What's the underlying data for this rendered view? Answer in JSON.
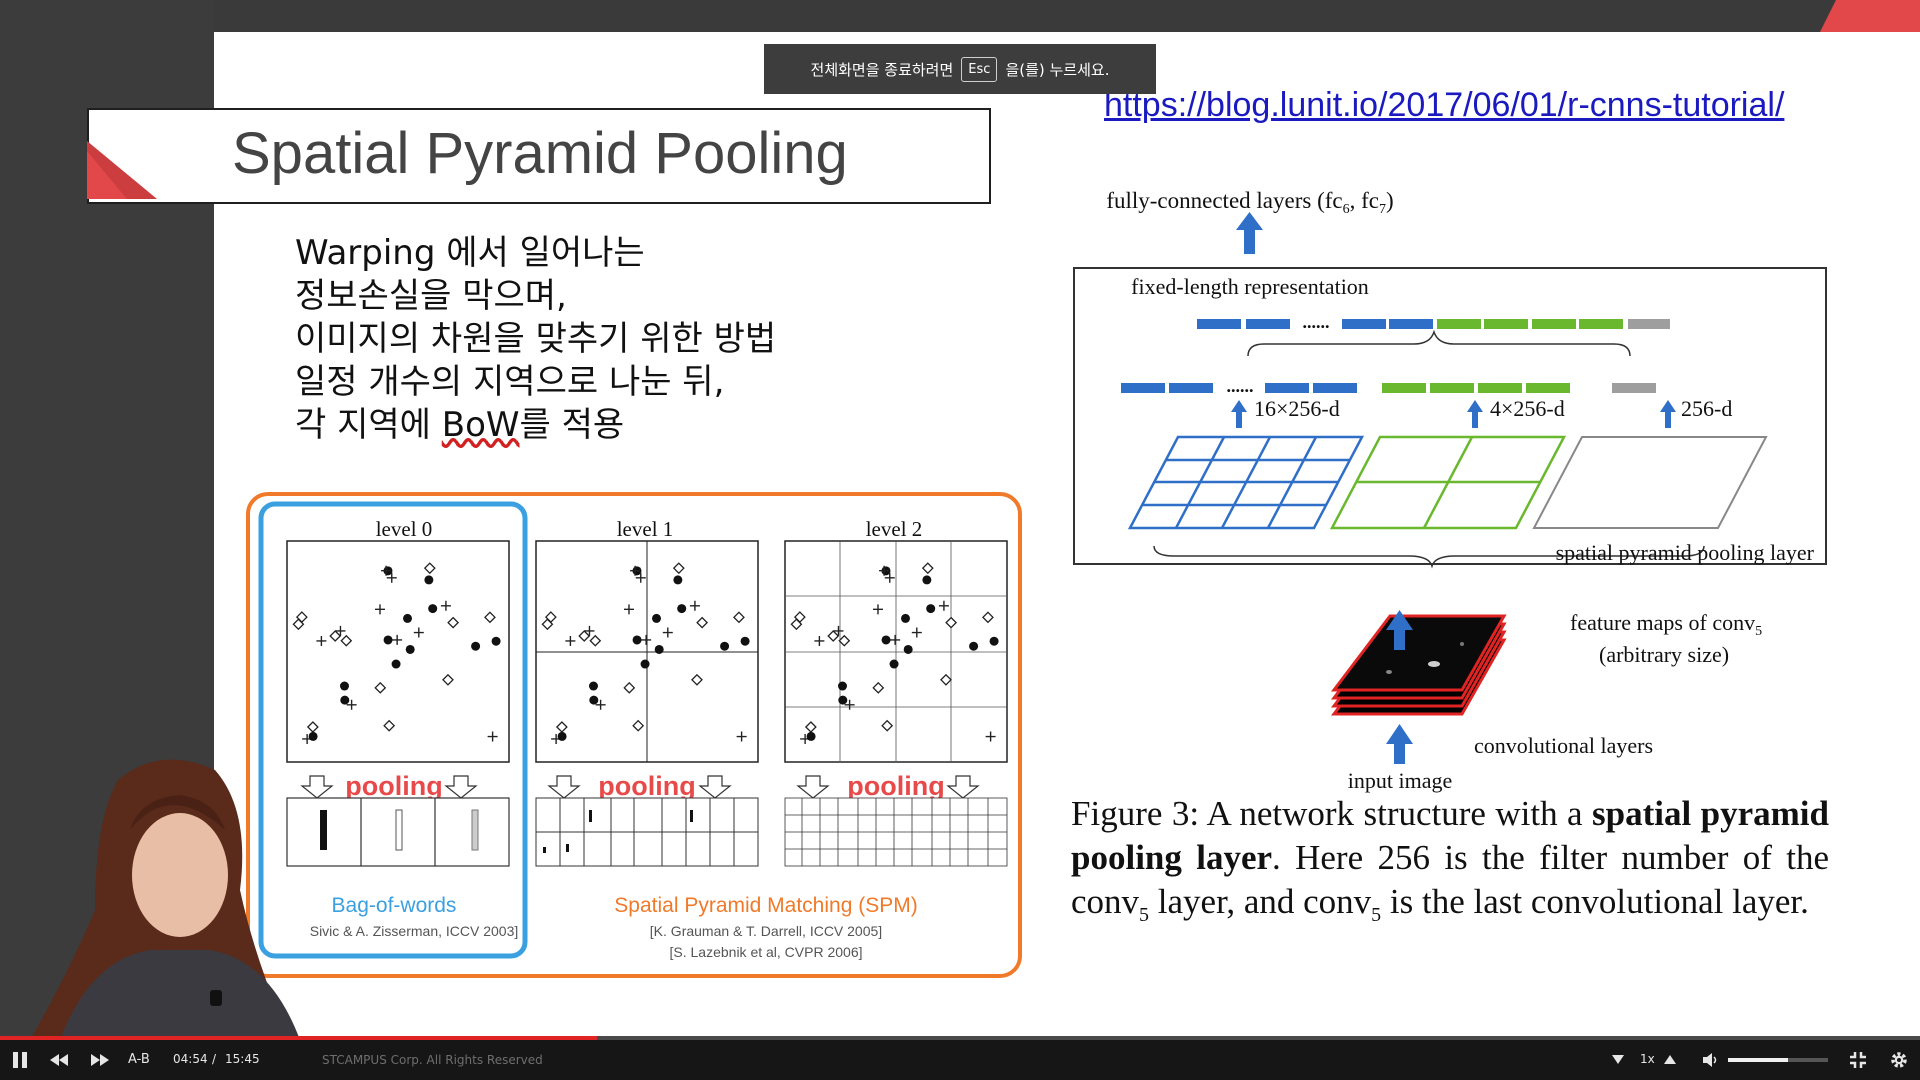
{
  "toast": {
    "text_before": "전체화면을 종료하려면",
    "key": "Esc",
    "text_after": "을(를) 누르세요."
  },
  "slide": {
    "url": "https://blog.lunit.io/2017/06/01/r-cnns-tutorial/",
    "title": "Spatial Pyramid Pooling",
    "body_lines": [
      "Warping 에서 일어나는",
      "정보손실을 막으며,",
      "이미지의 차원을 맞추기 위한 방법",
      "일정 개수의 지역으로 나눈 뒤,"
    ],
    "body_last_prefix": "각 지역에 ",
    "body_last_underlined": "BoW",
    "body_last_suffix": "를 적용"
  },
  "left_figure": {
    "levels": [
      "level 0",
      "level 1",
      "level 2"
    ],
    "pooling_label": "pooling",
    "bow_label": "Bag-of-words",
    "bow_cite": "Sivic & A. Zisserman, ICCV 2003]",
    "spm_label": "Spatial Pyramid Matching (SPM)",
    "spm_cite_1": "[K. Grauman & T. Darrell, ICCV 2005]",
    "spm_cite_2": "[S. Lazebnik et al, CVPR 2006]"
  },
  "right_figure": {
    "fc_label": "fully-connected layers (fc",
    "fc_sub6": "6",
    "fc_mid": ", fc",
    "fc_sub7": "7",
    "fc_end": ")",
    "fixed_length": "fixed-length representation",
    "dots": "......",
    "dim_16": "16×256-d",
    "dim_4": "4×256-d",
    "dim_1": "256-d",
    "spp_layer": "spatial pyramid pooling layer",
    "feature_maps": "feature maps of conv",
    "feature_maps_sub": "5",
    "arbitrary": "(arbitrary size)",
    "conv_layers": "convolutional layers",
    "input_image": "input image",
    "caption_1": "Figure 3: A network structure with a ",
    "caption_bold_1": "spatial pyramid",
    "caption_bold_2": "pooling layer",
    "caption_2": ". Here 256 is the filter number of the",
    "caption_3a": "conv",
    "caption_3sub": "5",
    "caption_3b": " layer, and conv",
    "caption_3sub2": "5",
    "caption_3c": " is the last convolutional layer."
  },
  "player": {
    "ab": "A-B",
    "current_time": "04:54",
    "separator": "/",
    "duration": "15:45",
    "copyright": "STCAMPUS Corp. All Rights Reserved",
    "speed": "1x",
    "progress": 0.3111,
    "volume": 0.6,
    "colors": {
      "accent": "#e02424",
      "link": "#1a1ac0",
      "blue": "#2f6fc8",
      "green": "#6ab82e",
      "orange": "#f07a2a",
      "bow_blue": "#3aa0e0"
    }
  }
}
